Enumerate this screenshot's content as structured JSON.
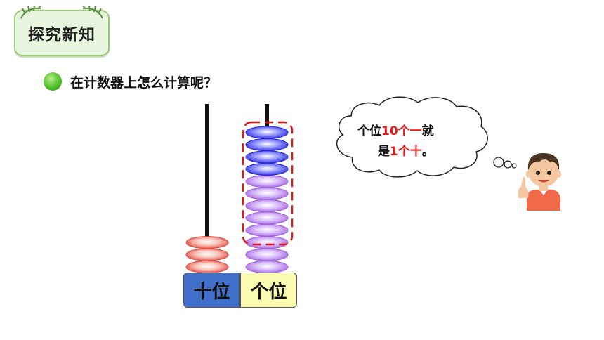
{
  "section_title": "探究新知",
  "question": "在计数器上怎么计算呢？",
  "abacus": {
    "tens_label": "十位",
    "ones_label": "个位",
    "tens_beads": 3,
    "ones_blue_beads": 4,
    "ones_purple_beads": 8,
    "highlighted_beads": 10
  },
  "thought": {
    "line1_a": "个位",
    "line1_b": "10个一",
    "line1_c": "就",
    "line2_a": "是",
    "line2_b": "1个十",
    "line2_c": "。"
  },
  "colors": {
    "tens_bead": "#e0463c",
    "blue_bead": "#2626d6",
    "purple_bead": "#a060d8",
    "highlight": "#e01818",
    "accent_green": "#4fbf2a"
  }
}
